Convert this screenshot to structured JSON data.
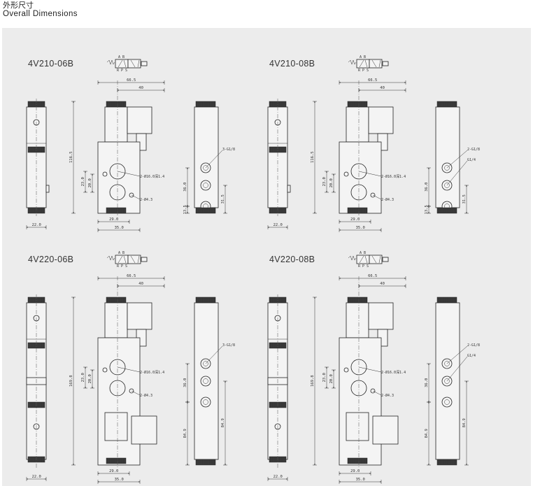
{
  "header": {
    "title_zh": "外形尺寸",
    "title_en": "Overall Dimensions"
  },
  "valves": [
    {
      "model": "4V210-06B",
      "dims": {
        "overall_w": "66.5",
        "coil_w": "40",
        "height": "116.5",
        "d1": "23.0",
        "d2": "20.0",
        "hole1": "2-Ø16.0深1.4",
        "hole2": "2-Ø4.3",
        "base1": "29.0",
        "base2": "35.0",
        "width": "22.0",
        "pitch": "36.0",
        "port": "3-G1/8",
        "p1": "13.5",
        "p2": "31.5"
      }
    },
    {
      "model": "4V210-08B",
      "dims": {
        "overall_w": "66.5",
        "coil_w": "40",
        "height": "116.5",
        "d1": "23.0",
        "d2": "20.0",
        "hole1": "2-Ø16.0深1.4",
        "hole2": "2-Ø4.3",
        "base1": "29.0",
        "base2": "35.0",
        "width": "22.0",
        "pitch": "36.0",
        "port1": "2-G1/8",
        "port2": "G1/4",
        "p1": "13.5",
        "p2": "31.5"
      }
    },
    {
      "model": "4V220-06B",
      "dims": {
        "overall_w": "66.5",
        "coil_w": "40",
        "height": "169.8",
        "d1": "23.0",
        "d2": "20.0",
        "hole1": "2-Ø16.0深1.4",
        "hole2": "2-Ø4.3",
        "base1": "29.0",
        "base2": "35.0",
        "width": "22.0",
        "pitch": "36.0",
        "port": "3-G1/8",
        "p1": "84.9",
        "p2": "84.9"
      }
    },
    {
      "model": "4V220-08B",
      "dims": {
        "overall_w": "66.5",
        "coil_w": "40",
        "height": "169.8",
        "d1": "23.0",
        "d2": "20.0",
        "hole1": "2-Ø16.0深1.4",
        "hole2": "2-Ø4.3",
        "base1": "29.0",
        "base2": "35.0",
        "width": "22.0",
        "pitch": "36.0",
        "port1": "2-G1/8",
        "port2": "G1/4",
        "p1": "84.9",
        "p2": "84.9"
      }
    }
  ],
  "symbol_ports": {
    "top": "A  B",
    "bottom": "R  P  S"
  }
}
